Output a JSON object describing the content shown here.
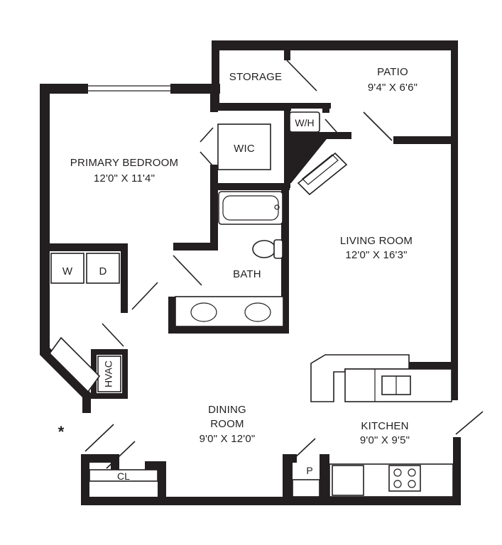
{
  "rooms": {
    "storage": {
      "name": "STORAGE"
    },
    "patio": {
      "name": "PATIO",
      "size": "9'4\" X 6'6\""
    },
    "wh": {
      "name": "W/H"
    },
    "wic": {
      "name": "WIC"
    },
    "primary_bedroom": {
      "name": "PRIMARY BEDROOM",
      "size": "12'0\" X 11'4\""
    },
    "living_room": {
      "name": "LIVING ROOM",
      "size": "12'0\" X 16'3\""
    },
    "bath": {
      "name": "BATH"
    },
    "washer": {
      "name": "W"
    },
    "dryer": {
      "name": "D"
    },
    "hvac": {
      "name": "HVAC"
    },
    "dining_room": {
      "name_line1": "DINING",
      "name_line2": "ROOM",
      "size": "9'0\" X 12'0\""
    },
    "kitchen": {
      "name": "KITCHEN",
      "size": "9'0\" X 9'5\""
    },
    "closet": {
      "name": "CL"
    },
    "pantry": {
      "name": "P"
    }
  },
  "marker": {
    "symbol": "*"
  }
}
